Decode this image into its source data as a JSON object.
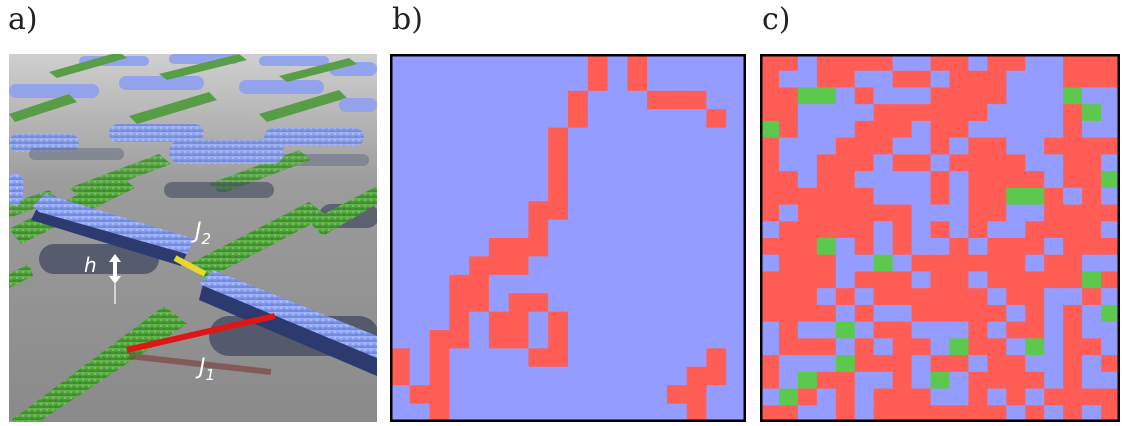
{
  "labels": {
    "a": "a)",
    "b": "b)",
    "c": "c)"
  },
  "annotations": {
    "h_symbol": "h",
    "J2_main": "J",
    "J2_sub": "2",
    "J1_main": "J",
    "J1_sub": "1"
  },
  "colors": {
    "blue": "#949dff",
    "red": "#ff5d55",
    "green": "#5cc84e",
    "blue_bar": "#7f96e6",
    "green_bar": "#4f9a3d",
    "coupling_yellow": "#e8d82a",
    "coupling_red": "#e01515",
    "shadow": "#39415a"
  },
  "grid_b": [
    "BBBBBBBBBBRBRBBBBB",
    "BBBBBBBBBBRBRBBBBB",
    "BBBBBBBBBRBBBRRRBB",
    "BBBBBBBBBRBBBBBBRB",
    "BBBBBBBBRBBBBBBBBB",
    "BBBBBBBBRBBBBBBBBB",
    "BBBBBBBBRBBBBBBBBB",
    "BBBBBBBBRBBBBBBBBB",
    "BBBBBBBRRBBBBBBBBB",
    "BBBBBBBRBBBBBBBBBB",
    "BBBBBRRRBBBBBBBBBB",
    "BBBBRRRBBBBBBBBBBB",
    "BBBRRBBBBBBBBBBBBB",
    "BBBRRBRRBBBBBBBBBB",
    "BBBRBRRBRBBBBBBBBB",
    "BBRRBRRBRBBBBBBBBB",
    "RBRBBBBRRBBBBBBBRB",
    "RBRBBBBBBBBBBBBRRB",
    "BRRBBBBBBBBBBBRRBB",
    "BBRBBBBBBBBBBBBRBB"
  ],
  "grid_c": [
    "RRBRRRRBBRRBRRBBRRR",
    "RBBRRBBRRBRRRBBBRRR",
    "RRGGBRBBBRRRRBBBGBB",
    "RRBBBBRRRRRRBBBBRGB",
    "GRBBBRRRBRRBBBBBRBB",
    "RBBBRRRBBRBRRBBRRRR",
    "RBBRRRBRRBRRRRBBRRB",
    "RRBRRBBBBRBRRRRBRRG",
    "RRRRRRBBBRBRRGGRBRB",
    "RBRRRRRRBBBRRBBRRRR",
    "BRRRRRBRBRBRBBRRRRB",
    "RRRGBRBRBBRBRRRBRRR",
    "BRRRBBGBRRRRRRBRRBB",
    "RRRRBRRRBRRBRRRRRGR",
    "RRRBRBRRRRRRBRRBBRB",
    "RRRRBRBBRRRRRBRBRBG",
    "BRBBGBRRBBBRBRRBRBB",
    "BRRRBRBRRBGRRBGBRRB",
    "RBBBGRRRBRRBRRBBRBR",
    "RBGRRBBRBGBRRRRBRBB",
    "BGRBRBRRRBBRBRBRRRR",
    "RRBBRBRRRRRRRBRBRBR"
  ]
}
